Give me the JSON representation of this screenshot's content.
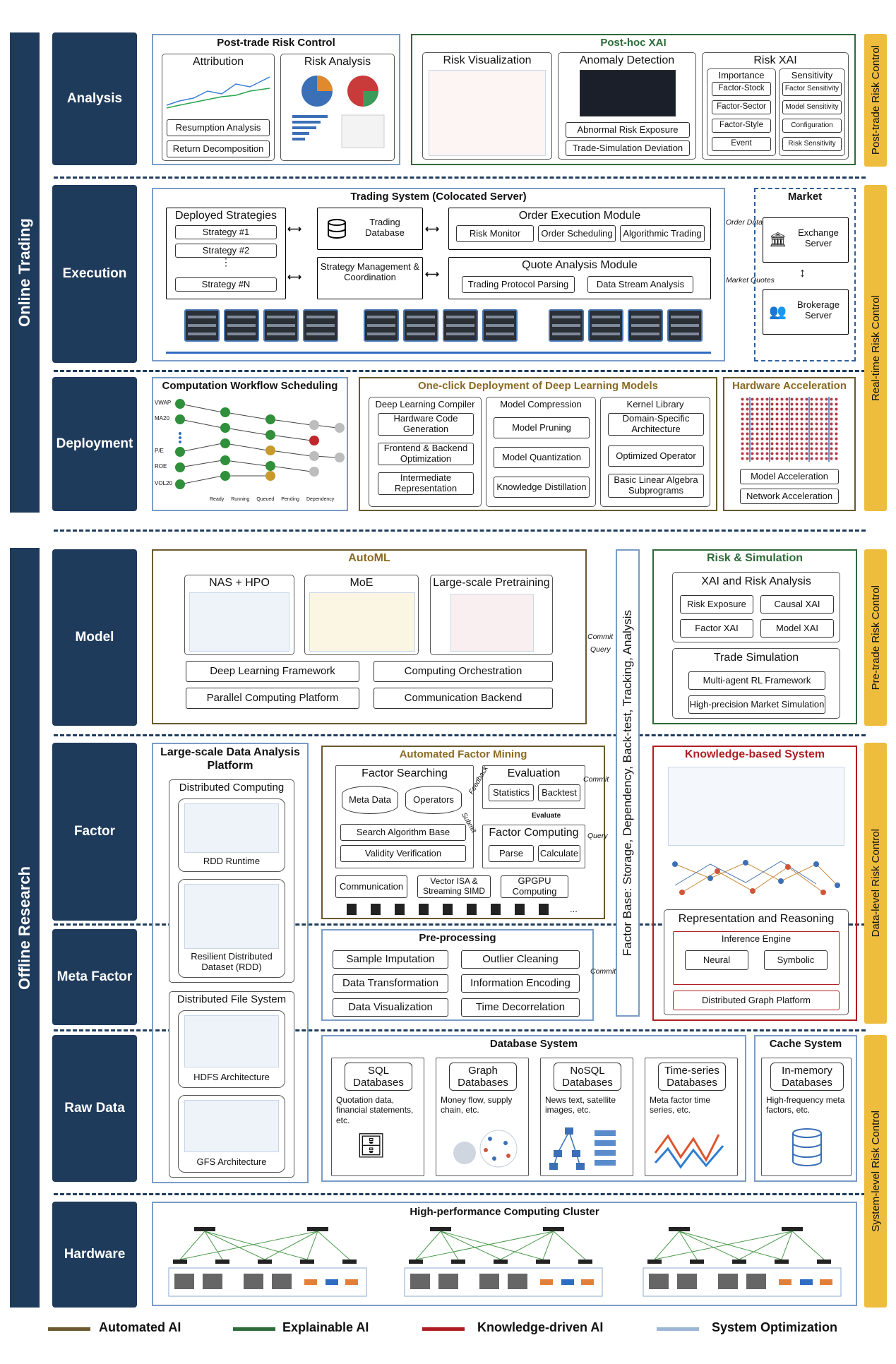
{
  "sidebars": {
    "online": "Online Trading",
    "offline": "Offline Research"
  },
  "layers": {
    "analysis": "Analysis",
    "execution": "Execution",
    "deployment": "Deployment",
    "model": "Model",
    "factor": "Factor",
    "meta_factor": "Meta Factor",
    "raw_data": "Raw Data",
    "hardware": "Hardware"
  },
  "risk_controls": {
    "post_trade": "Post-trade Risk Control",
    "real_time": "Real-time Risk Control",
    "pre_trade": "Pre-trade Risk Control",
    "data_level": "Data-level Risk Control",
    "system_level": "System-level Risk Control"
  },
  "post_trade": {
    "title": "Post-trade Risk Control",
    "attribution": "Attribution",
    "risk_analysis": "Risk Analysis",
    "resumption": "Resumption Analysis",
    "return_decomp": "Return Decomposition"
  },
  "post_hoc": {
    "title": "Post-hoc XAI",
    "risk_vis": "Risk Visualization",
    "anomaly": "Anomaly Detection",
    "abnormal": "Abnormal Risk Exposure",
    "trade_sim": "Trade-Simulation Deviation",
    "risk_xai": "Risk XAI",
    "importance": "Importance",
    "sensitivity": "Sensitivity",
    "factor_stock": "Factor-Stock",
    "factor_sector": "Factor-Sector",
    "factor_style": "Factor-Style",
    "event": "Event",
    "factor_sens": "Factor Sensitivity",
    "model_sens": "Model Sensitivity",
    "configuration": "Configuration",
    "risk_sens": "Risk Sensitivity"
  },
  "trading": {
    "title": "Trading System (Colocated Server)",
    "deployed": "Deployed Strategies",
    "s1": "Strategy #1",
    "s2": "Strategy #2",
    "dots": "⋮",
    "sn": "Strategy #N",
    "trading_db": "Trading Database",
    "strategy_mgmt": "Strategy Management & Coordination",
    "order_exec": "Order Execution Module",
    "risk_monitor": "Risk Monitor",
    "order_sched": "Order Scheduling",
    "algo_trading": "Algorithmic Trading",
    "quote": "Quote Analysis Module",
    "protocol": "Trading Protocol Parsing",
    "stream": "Data Stream Analysis",
    "order_data": "Order Data",
    "market_quotes": "Market Quotes"
  },
  "market": {
    "title": "Market",
    "exchange": "Exchange Server",
    "brokerage": "Brokerage Server"
  },
  "deployment": {
    "workflow": "Computation Workflow Scheduling",
    "wf_labels": [
      "VWAP",
      "MA20",
      "P/E",
      "ROE",
      "VOL20"
    ],
    "wf_legend": [
      "Ready",
      "Running",
      "Queued",
      "Pending",
      "Dependency"
    ],
    "oneclick": "One-click Deployment of Deep Learning Models",
    "dl_compiler": "Deep Learning Compiler",
    "hw_codegen": "Hardware Code Generation",
    "frontend": "Frontend & Backend Optimization",
    "ir": "Intermediate Representation",
    "compression": "Model Compression",
    "pruning": "Model Pruning",
    "quantization": "Model Quantization",
    "distillation": "Knowledge Distillation",
    "kernel": "Kernel Library",
    "domain_arch": "Domain-Specific Architecture",
    "opt_op": "Optimized Operator",
    "blas": "Basic Linear Algebra Subprograms",
    "hw_accel": "Hardware Acceleration",
    "model_accel": "Model Acceleration",
    "net_accel": "Network Acceleration"
  },
  "automl": {
    "title": "AutoML",
    "nas": "NAS + HPO",
    "moe": "MoE",
    "pretrain": "Large-scale Pretraining",
    "dl_framework": "Deep Learning Framework",
    "compute_orch": "Computing Orchestration",
    "parallel": "Parallel Computing Platform",
    "comm_backend": "Communication Backend",
    "commit": "Commit",
    "query": "Query"
  },
  "factor_base": "Factor Base: Storage, Dependency, Back-test, Tracking, Analysis",
  "risk_sim": {
    "title": "Risk & Simulation",
    "xai": "XAI and Risk Analysis",
    "risk_exposure": "Risk Exposure",
    "causal": "Causal XAI",
    "factor_xai": "Factor XAI",
    "model_xai": "Model XAI",
    "trade_sim": "Trade Simulation",
    "marl": "Multi-agent RL Framework",
    "hp_sim": "High-precision Market Simulation"
  },
  "big_data": {
    "title": "Large-scale Data Analysis Platform",
    "dist_computing": "Distributed Computing",
    "rdd_runtime": "RDD Runtime",
    "rdd": "Resilient Distributed Dataset (RDD)",
    "dfs": "Distributed File System",
    "hdfs": "HDFS Architecture",
    "gfs": "GFS Architecture"
  },
  "afm": {
    "title": "Automated Factor Mining",
    "searching": "Factor Searching",
    "meta_data": "Meta Data",
    "operators": "Operators",
    "search_base": "Search Algorithm Base",
    "validity": "Validity Verification",
    "evaluation": "Evaluation",
    "statistics": "Statistics",
    "backtest": "Backtest",
    "evaluate": "Evaluate",
    "feedback": "Feedback",
    "submit": "Submit",
    "computing": "Factor Computing",
    "parse": "Parse",
    "calculate": "Calculate",
    "communication": "Communication",
    "vector": "Vector ISA & Streaming SIMD",
    "gpgpu": "GPGPU Computing",
    "ellipsis": "...",
    "commit": "Commit",
    "query": "Query"
  },
  "preproc": {
    "title": "Pre-processing",
    "impute": "Sample Imputation",
    "outlier": "Outlier Cleaning",
    "transform": "Data Transformation",
    "encoding": "Information Encoding",
    "visual": "Data Visualization",
    "decorr": "Time Decorrelation",
    "commit": "Commit"
  },
  "kbs": {
    "title": "Knowledge-based System",
    "rep": "Representation and Reasoning",
    "inference": "Inference Engine",
    "neural": "Neural",
    "symbolic": "Symbolic",
    "graph_platform": "Distributed Graph Platform"
  },
  "db": {
    "title": "Database System",
    "sql_t": "SQL Databases",
    "sql_d": "Quotation data, financial statements, etc.",
    "graph_t": "Graph Databases",
    "graph_d": "Money flow, supply chain, etc.",
    "nosql_t": "NoSQL Databases",
    "nosql_d": "News text, satellite images, etc.",
    "ts_t": "Time-series Databases",
    "ts_d": "Meta factor time series, etc."
  },
  "cache": {
    "title": "Cache System",
    "inmem": "In-memory Databases",
    "inmem_d": "High-frequency meta factors, etc."
  },
  "hpc": {
    "title": "High-performance Computing Cluster"
  },
  "legend": [
    {
      "label": "Automated AI",
      "color": "#6b5a2f"
    },
    {
      "label": "Explainable AI",
      "color": "#2e6b3a"
    },
    {
      "label": "Knowledge-driven AI",
      "color": "#b01e23"
    },
    {
      "label": "System Optimization",
      "color": "#9db6d6"
    }
  ]
}
